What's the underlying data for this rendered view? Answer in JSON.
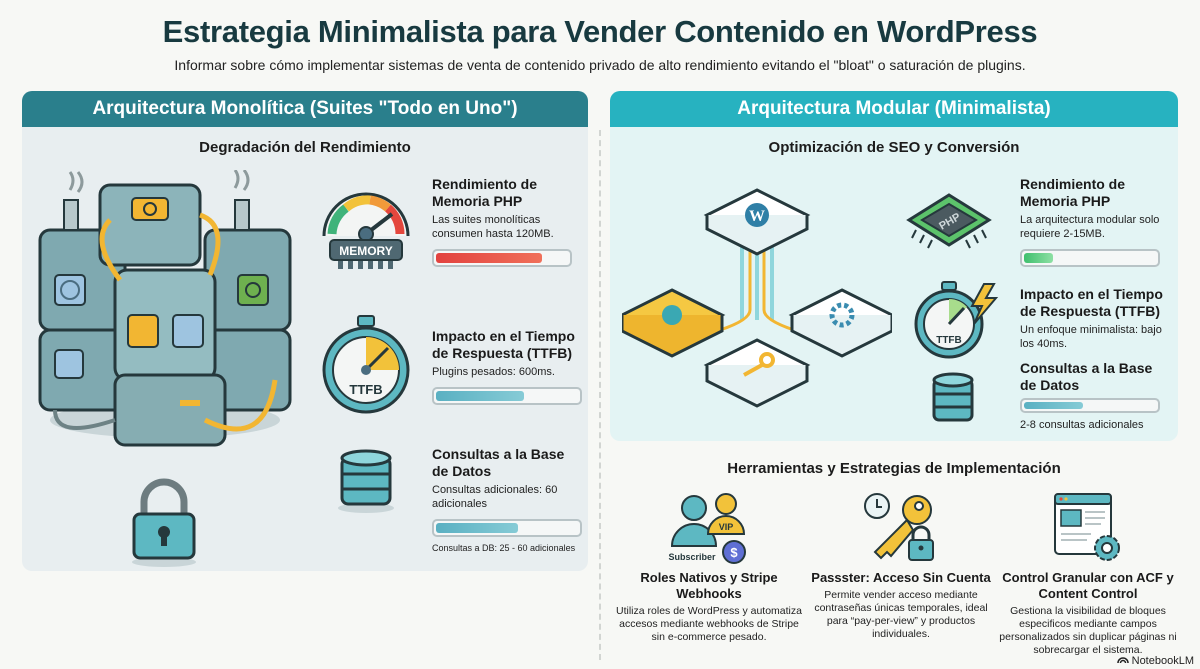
{
  "header": {
    "title": "Estrategia Minimalista para Vender Contenido en WordPress",
    "subtitle": "Informar sobre cómo implementar sistemas de venta de contenido privado de alto rendimiento evitando el \"bloat\" o saturación de plugins."
  },
  "monolithic": {
    "heading": "Arquitectura Monolítica (Suites \"Todo en Uno\")",
    "subheading": "Degradación del Rendimiento",
    "illustration_icons": [
      "wordpress-icon",
      "gear-icon",
      "wrench-icon",
      "document-icon",
      "padlock-icon"
    ],
    "metrics": [
      {
        "title": "Rendimiento de Memoria PHP",
        "description": "Las suites monolíticas consumen hasta 120MB.",
        "icon": "memory-gauge-icon",
        "icon_label": "MEMORY",
        "bar_percent": 80,
        "bar_color": "#e8504a"
      },
      {
        "title": "Impacto en el Tiempo de Respuesta (TTFB)",
        "description": "Plugins pesados: 600ms.",
        "icon": "stopwatch-icon",
        "icon_label": "TTFB",
        "bar_percent": 62,
        "bar_color": "#5bb5c6"
      },
      {
        "title": "Consultas a la Base de Datos",
        "description": "Consultas adicionales: 60 adicionales",
        "icon": "database-icon",
        "bar_percent": 58,
        "bar_color": "#5bb5c6",
        "note": "Consultas a DB: 25 - 60 adicionales"
      }
    ]
  },
  "modular": {
    "heading": "Arquitectura Modular (Minimalista)",
    "subheading": "Optimización de SEO y Conversión",
    "illustration_icons": [
      "wordpress-icon",
      "users-icon",
      "gear-icon",
      "key-icon"
    ],
    "metrics": [
      {
        "title": "Rendimiento de Memoria PHP",
        "description": "La arquitectura modular solo requiere 2-15MB.",
        "icon": "php-chip-icon",
        "icon_label": "PHP",
        "bar_percent": 22,
        "bar_color": "#4cc57a"
      },
      {
        "title": "Impacto en el Tiempo de Respuesta (TTFB)",
        "description": "Un enfoque minimalista: bajo los 40ms.",
        "icon": "fast-stopwatch-icon",
        "icon_label": "TTFB"
      },
      {
        "title": "Consultas a la Base de Datos",
        "description": "2-8 consultas adicionales",
        "icon": "database-icon",
        "bar_percent": 45,
        "bar_color": "#5bb5c6"
      }
    ]
  },
  "tools": {
    "heading": "Herramientas y Estrategias de Implementación",
    "items": [
      {
        "title": "Roles Nativos y Stripe Webhooks",
        "description": "Utiliza roles de WordPress y automatiza accesos mediante webhooks de Stripe sin e-commerce pesado.",
        "icon": "subscriber-roles-icon",
        "icon_labels": [
          "VIP",
          "Subscriber",
          "$"
        ]
      },
      {
        "title": "Passster: Acceso Sin Cuenta",
        "description": "Permite vender acceso mediante contraseñas únicas temporales, ideal para “pay-per-view” y productos individuales.",
        "icon": "key-clock-lock-icon"
      },
      {
        "title": "Control Granular con ACF y Content Control",
        "description": "Gestiona la visibilidad de bloques especificos mediante campos personalizados sin duplicar páginas ni sobrecargar el sistema.",
        "icon": "browser-gear-icon"
      }
    ]
  },
  "footer": {
    "brand": "NotebookLM"
  },
  "colors": {
    "title": "#183a40",
    "monolithic_header": "#2a7f8c",
    "modular_header": "#27b2c0",
    "accent_yellow": "#f2b632",
    "accent_teal": "#3aa8b3"
  }
}
